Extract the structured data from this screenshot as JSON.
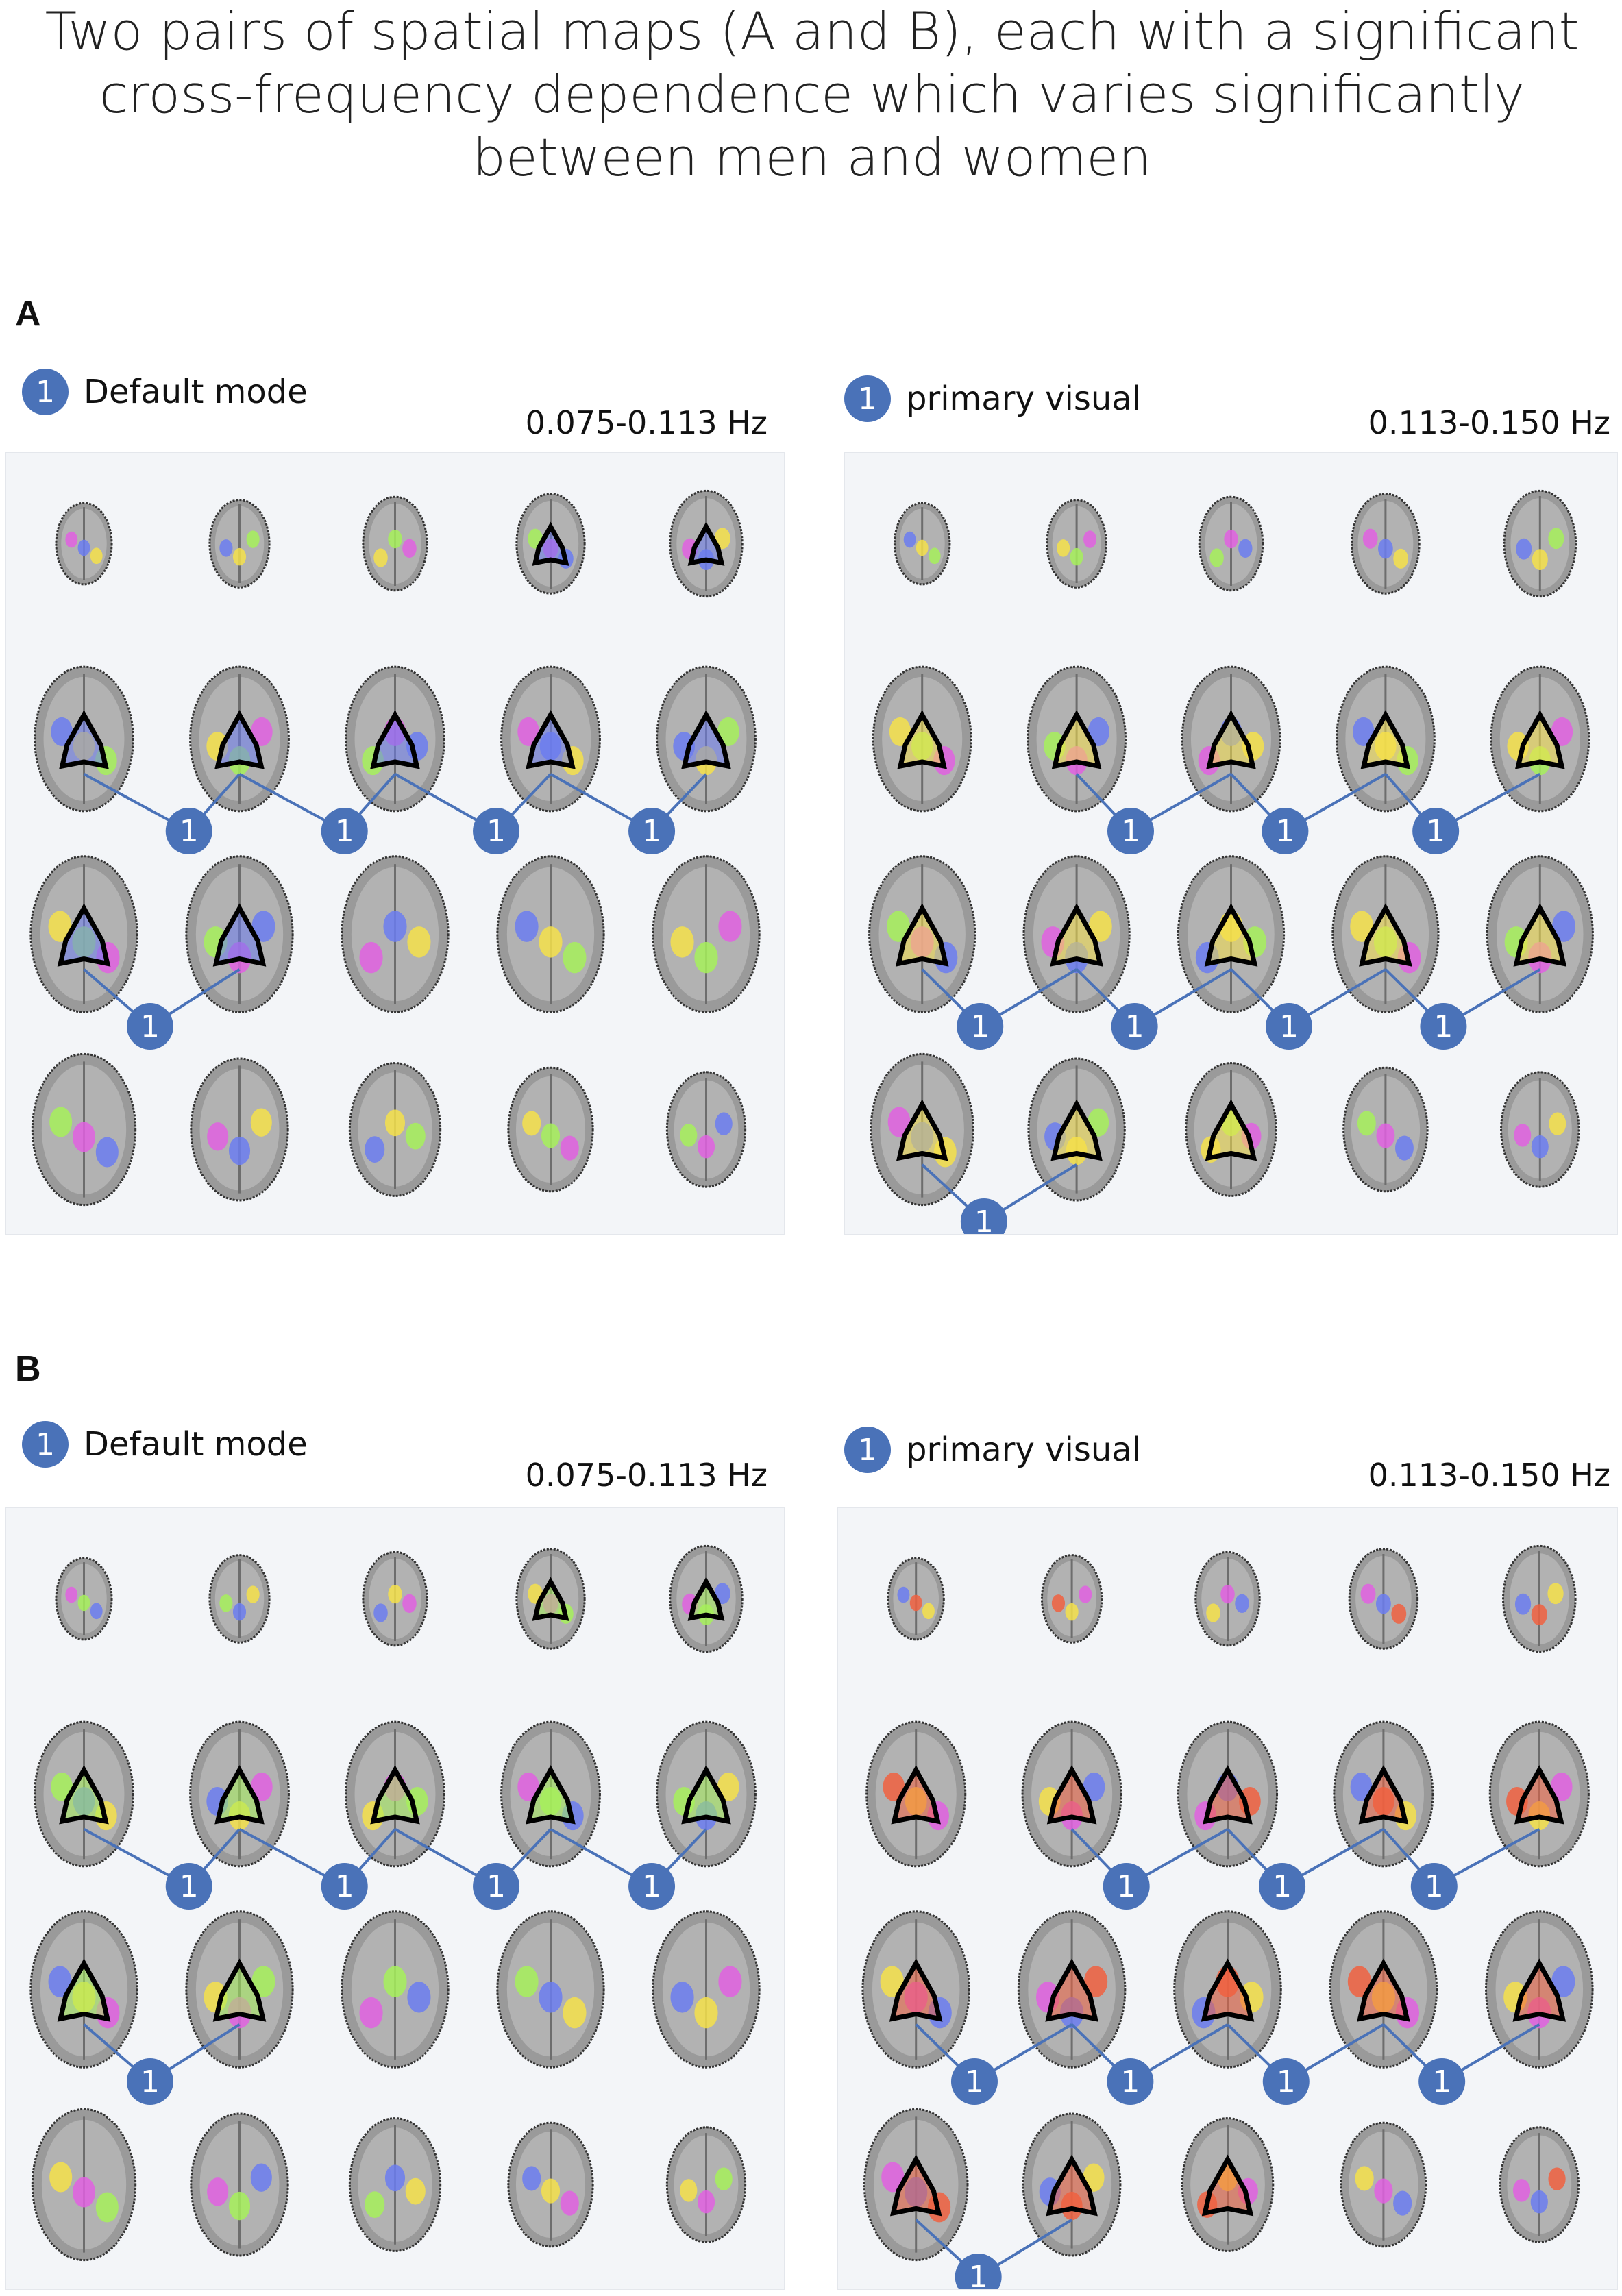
{
  "title_lines": [
    "Two pairs of spatial maps (A and B), each with a significant",
    "cross-frequency dependence which varies significantly",
    "between men and women"
  ],
  "panels": {
    "A": {
      "letter": "A",
      "left": {
        "badge": "1",
        "network": "Default mode",
        "freq": "0.075-0.113 Hz"
      },
      "right": {
        "badge": "1",
        "network": "primary visual",
        "freq": "0.113-0.150 Hz"
      }
    },
    "B": {
      "letter": "B",
      "left": {
        "badge": "1",
        "network": "Default mode",
        "freq": "0.075-0.113 Hz"
      },
      "right": {
        "badge": "1",
        "network": "primary visual",
        "freq": "0.113-0.150 Hz"
      }
    }
  },
  "map_marker_label": "1",
  "colors": {
    "marker": "#4a72b8",
    "brain_gray": "#9a9a9a",
    "overlay_pink": "#e060e0",
    "overlay_blue": "#6b7cf0",
    "overlay_yellow": "#f5e04a",
    "overlay_green": "#a6f05a",
    "overlay_red": "#f06040"
  }
}
